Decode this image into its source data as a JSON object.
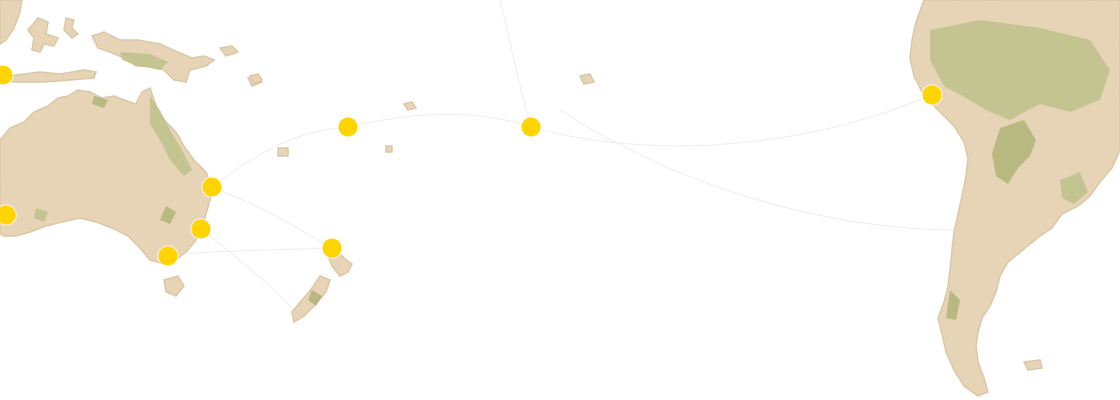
{
  "map": {
    "colors": {
      "background": "#ffffff",
      "land_base": "#e9d6b8",
      "land_outline": "#dcc9a8",
      "vegetation": "#b8bf86",
      "vegetation_dark": "#a7b06f",
      "desert": "#e4c39f",
      "marker": "#ffd400",
      "route_line": "#ececec"
    },
    "markers": [
      {
        "id": "western-australia-north-marker"
      },
      {
        "id": "western-australia-south-marker"
      },
      {
        "id": "brisbane-marker"
      },
      {
        "id": "sydney-marker"
      },
      {
        "id": "melbourne-marker"
      },
      {
        "id": "auckland-marker"
      },
      {
        "id": "pacific-island-west-marker"
      },
      {
        "id": "pacific-island-east-marker"
      },
      {
        "id": "lima-marker"
      }
    ]
  }
}
